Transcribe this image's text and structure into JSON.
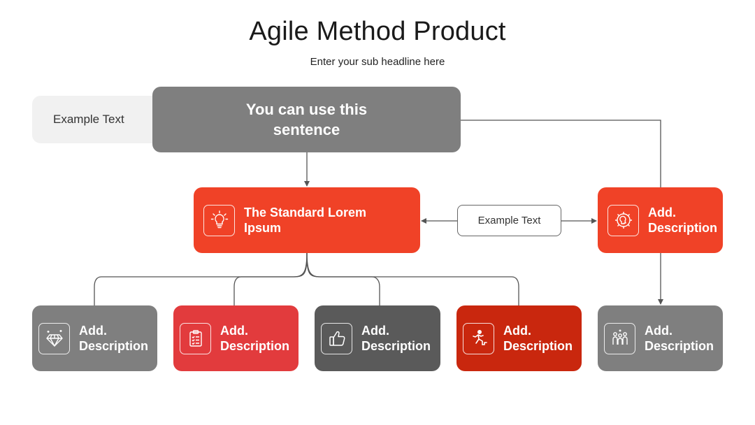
{
  "header": {
    "title": "Agile Method Product",
    "subtitle": "Enter your sub headline here"
  },
  "diagram": {
    "note": "Example Text",
    "top_box": "You can use this sentence",
    "main_box": "The Standard Lorem Ipsum",
    "connector_label": "Example Text",
    "side_box": "Add. Description",
    "descriptions": [
      "Add. Description",
      "Add. Description",
      "Add. Description",
      "Add. Description",
      "Add. Description"
    ]
  },
  "icons": {
    "main_box": "lightbulb-icon",
    "side_box": "gear-head-icon",
    "descriptions": [
      "diamond-icon",
      "clipboard-icon",
      "thumbs-up-icon",
      "runner-icon",
      "team-icon"
    ]
  },
  "colors": {
    "primary_red": "#f04227",
    "gray": "#7f7f7f",
    "dark_gray": "#5a5a5a",
    "crimson": "#e23b3d",
    "deep_red": "#c9270e",
    "note_bg": "#f1f1f1"
  }
}
